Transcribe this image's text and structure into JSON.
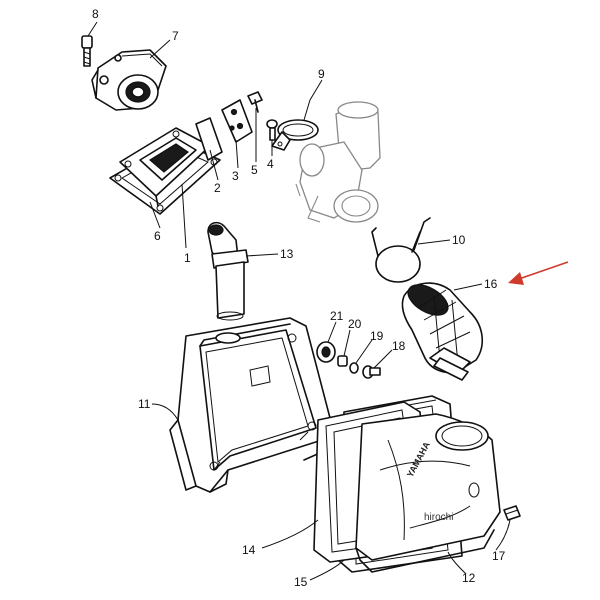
{
  "callouts": [
    {
      "id": "8",
      "label": "8"
    },
    {
      "id": "7",
      "label": "7"
    },
    {
      "id": "9",
      "label": "9"
    },
    {
      "id": "2",
      "label": "2"
    },
    {
      "id": "3",
      "label": "3"
    },
    {
      "id": "5",
      "label": "5"
    },
    {
      "id": "4",
      "label": "4"
    },
    {
      "id": "6",
      "label": "6"
    },
    {
      "id": "1",
      "label": "1"
    },
    {
      "id": "13",
      "label": "13"
    },
    {
      "id": "10",
      "label": "10"
    },
    {
      "id": "16",
      "label": "16"
    },
    {
      "id": "21",
      "label": "21"
    },
    {
      "id": "20",
      "label": "20"
    },
    {
      "id": "19",
      "label": "19"
    },
    {
      "id": "18",
      "label": "18"
    },
    {
      "id": "11",
      "label": "11"
    },
    {
      "id": "14",
      "label": "14"
    },
    {
      "id": "15",
      "label": "15"
    },
    {
      "id": "12",
      "label": "12"
    },
    {
      "id": "17",
      "label": "17"
    }
  ],
  "highlight": {
    "target": "16",
    "color": "#d03a2b"
  },
  "watermark": "hirochi",
  "logo_text": "YAMAHA"
}
